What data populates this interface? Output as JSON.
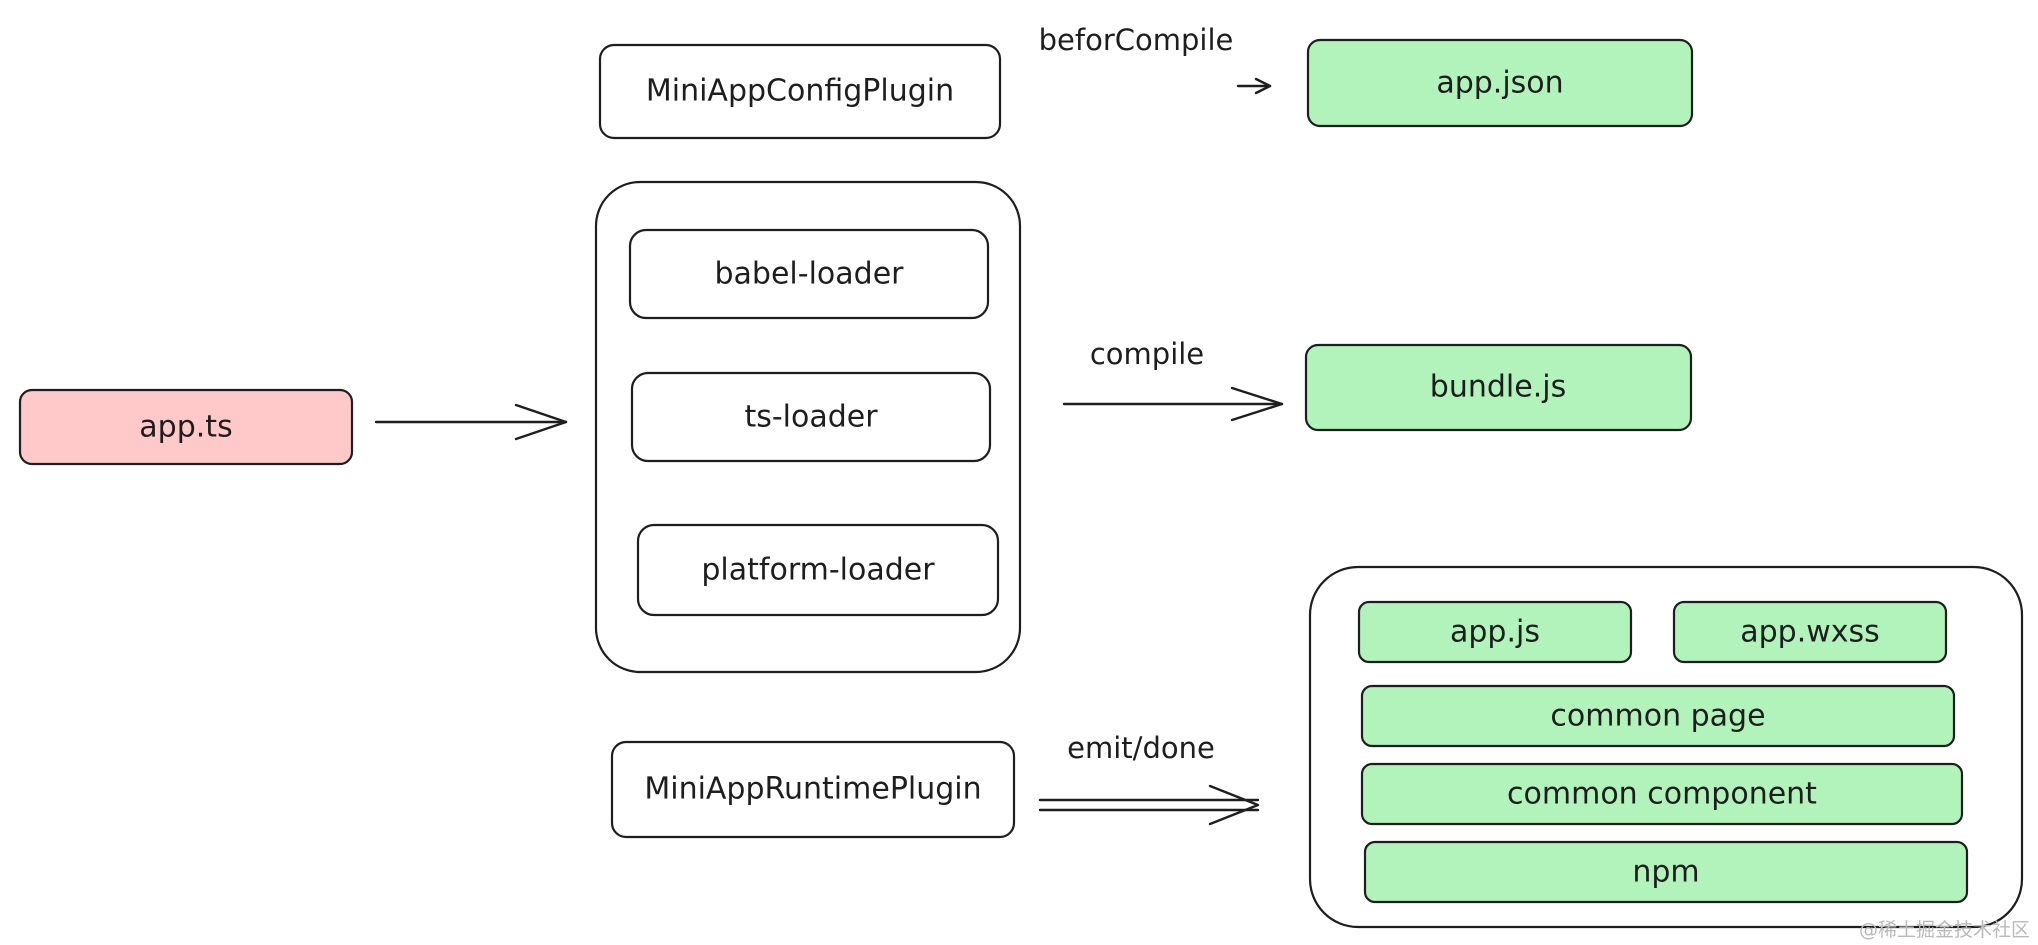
{
  "colors": {
    "source_fill": "#ffc9c9",
    "output_fill": "#b2f2bb",
    "plain_fill": "#ffffff",
    "stroke": "#1e1e1e"
  },
  "nodes": {
    "source": {
      "label": "app.ts"
    },
    "config_plugin": {
      "label": "MiniAppConfigPlugin"
    },
    "babel_loader": {
      "label": "babel-loader"
    },
    "ts_loader": {
      "label": "ts-loader"
    },
    "platform_loader": {
      "label": "platform-loader"
    },
    "runtime_plugin": {
      "label": "MiniAppRuntimePlugin"
    },
    "app_json": {
      "label": "app.json"
    },
    "bundle_js": {
      "label": "bundle.js"
    },
    "app_js": {
      "label": "app.js"
    },
    "app_wxss": {
      "label": "app.wxss"
    },
    "common_page": {
      "label": "common page"
    },
    "common_component": {
      "label": "common component"
    },
    "npm": {
      "label": "npm"
    }
  },
  "edges": {
    "befor_compile": {
      "label": "beforCompile"
    },
    "compile": {
      "label": "compile"
    },
    "emit_done": {
      "label": "emit/done"
    }
  },
  "watermark": "@稀土掘金技术社区"
}
